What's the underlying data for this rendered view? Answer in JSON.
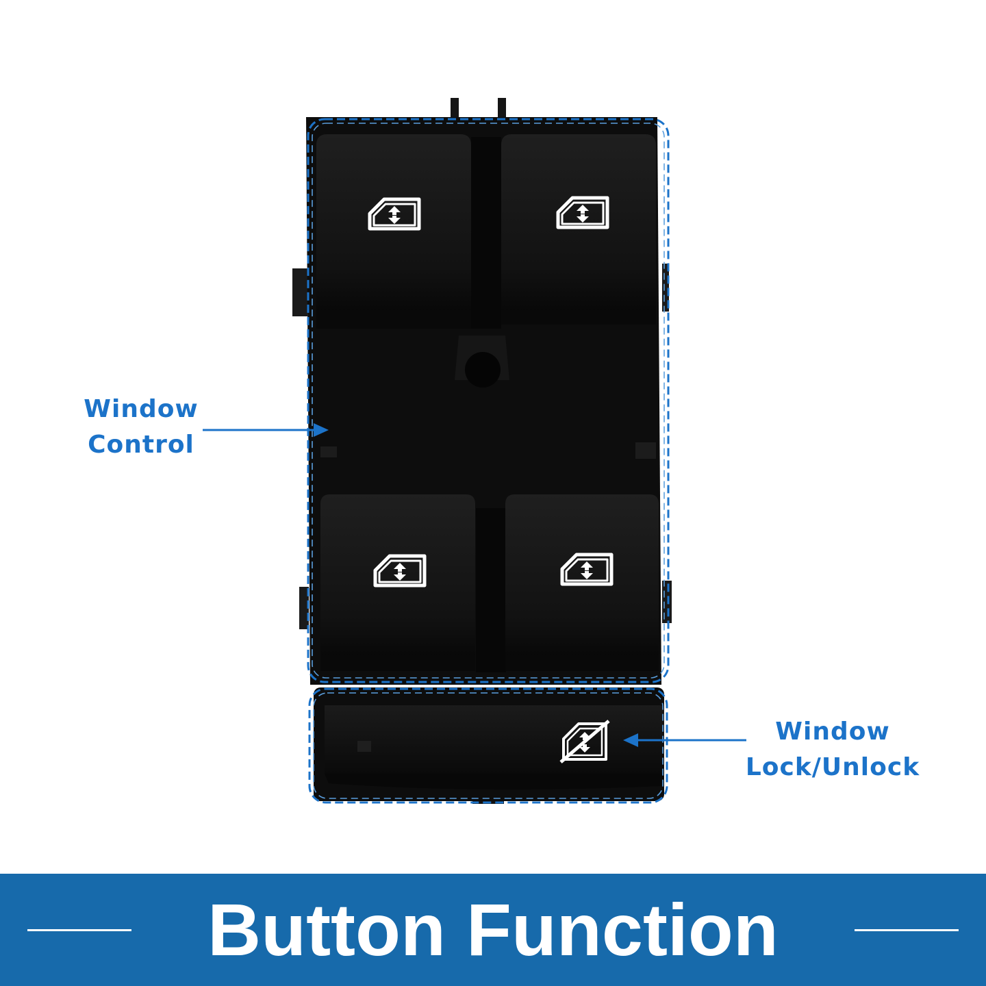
{
  "callouts": {
    "window_control": {
      "line1": "Window",
      "line2": "Control"
    },
    "window_lock": {
      "line1": "Window",
      "line2": "Lock/Unlock"
    }
  },
  "banner": {
    "title": "Button Function"
  },
  "colors": {
    "accent_blue": "#1c73c9",
    "banner_blue": "#176aab",
    "switch_body": "#0d0d0d",
    "button_face": "#151515",
    "icon_white": "#ffffff"
  },
  "icons": {
    "window_button": "window-up-down-icon",
    "lock_button": "window-lock-icon"
  }
}
